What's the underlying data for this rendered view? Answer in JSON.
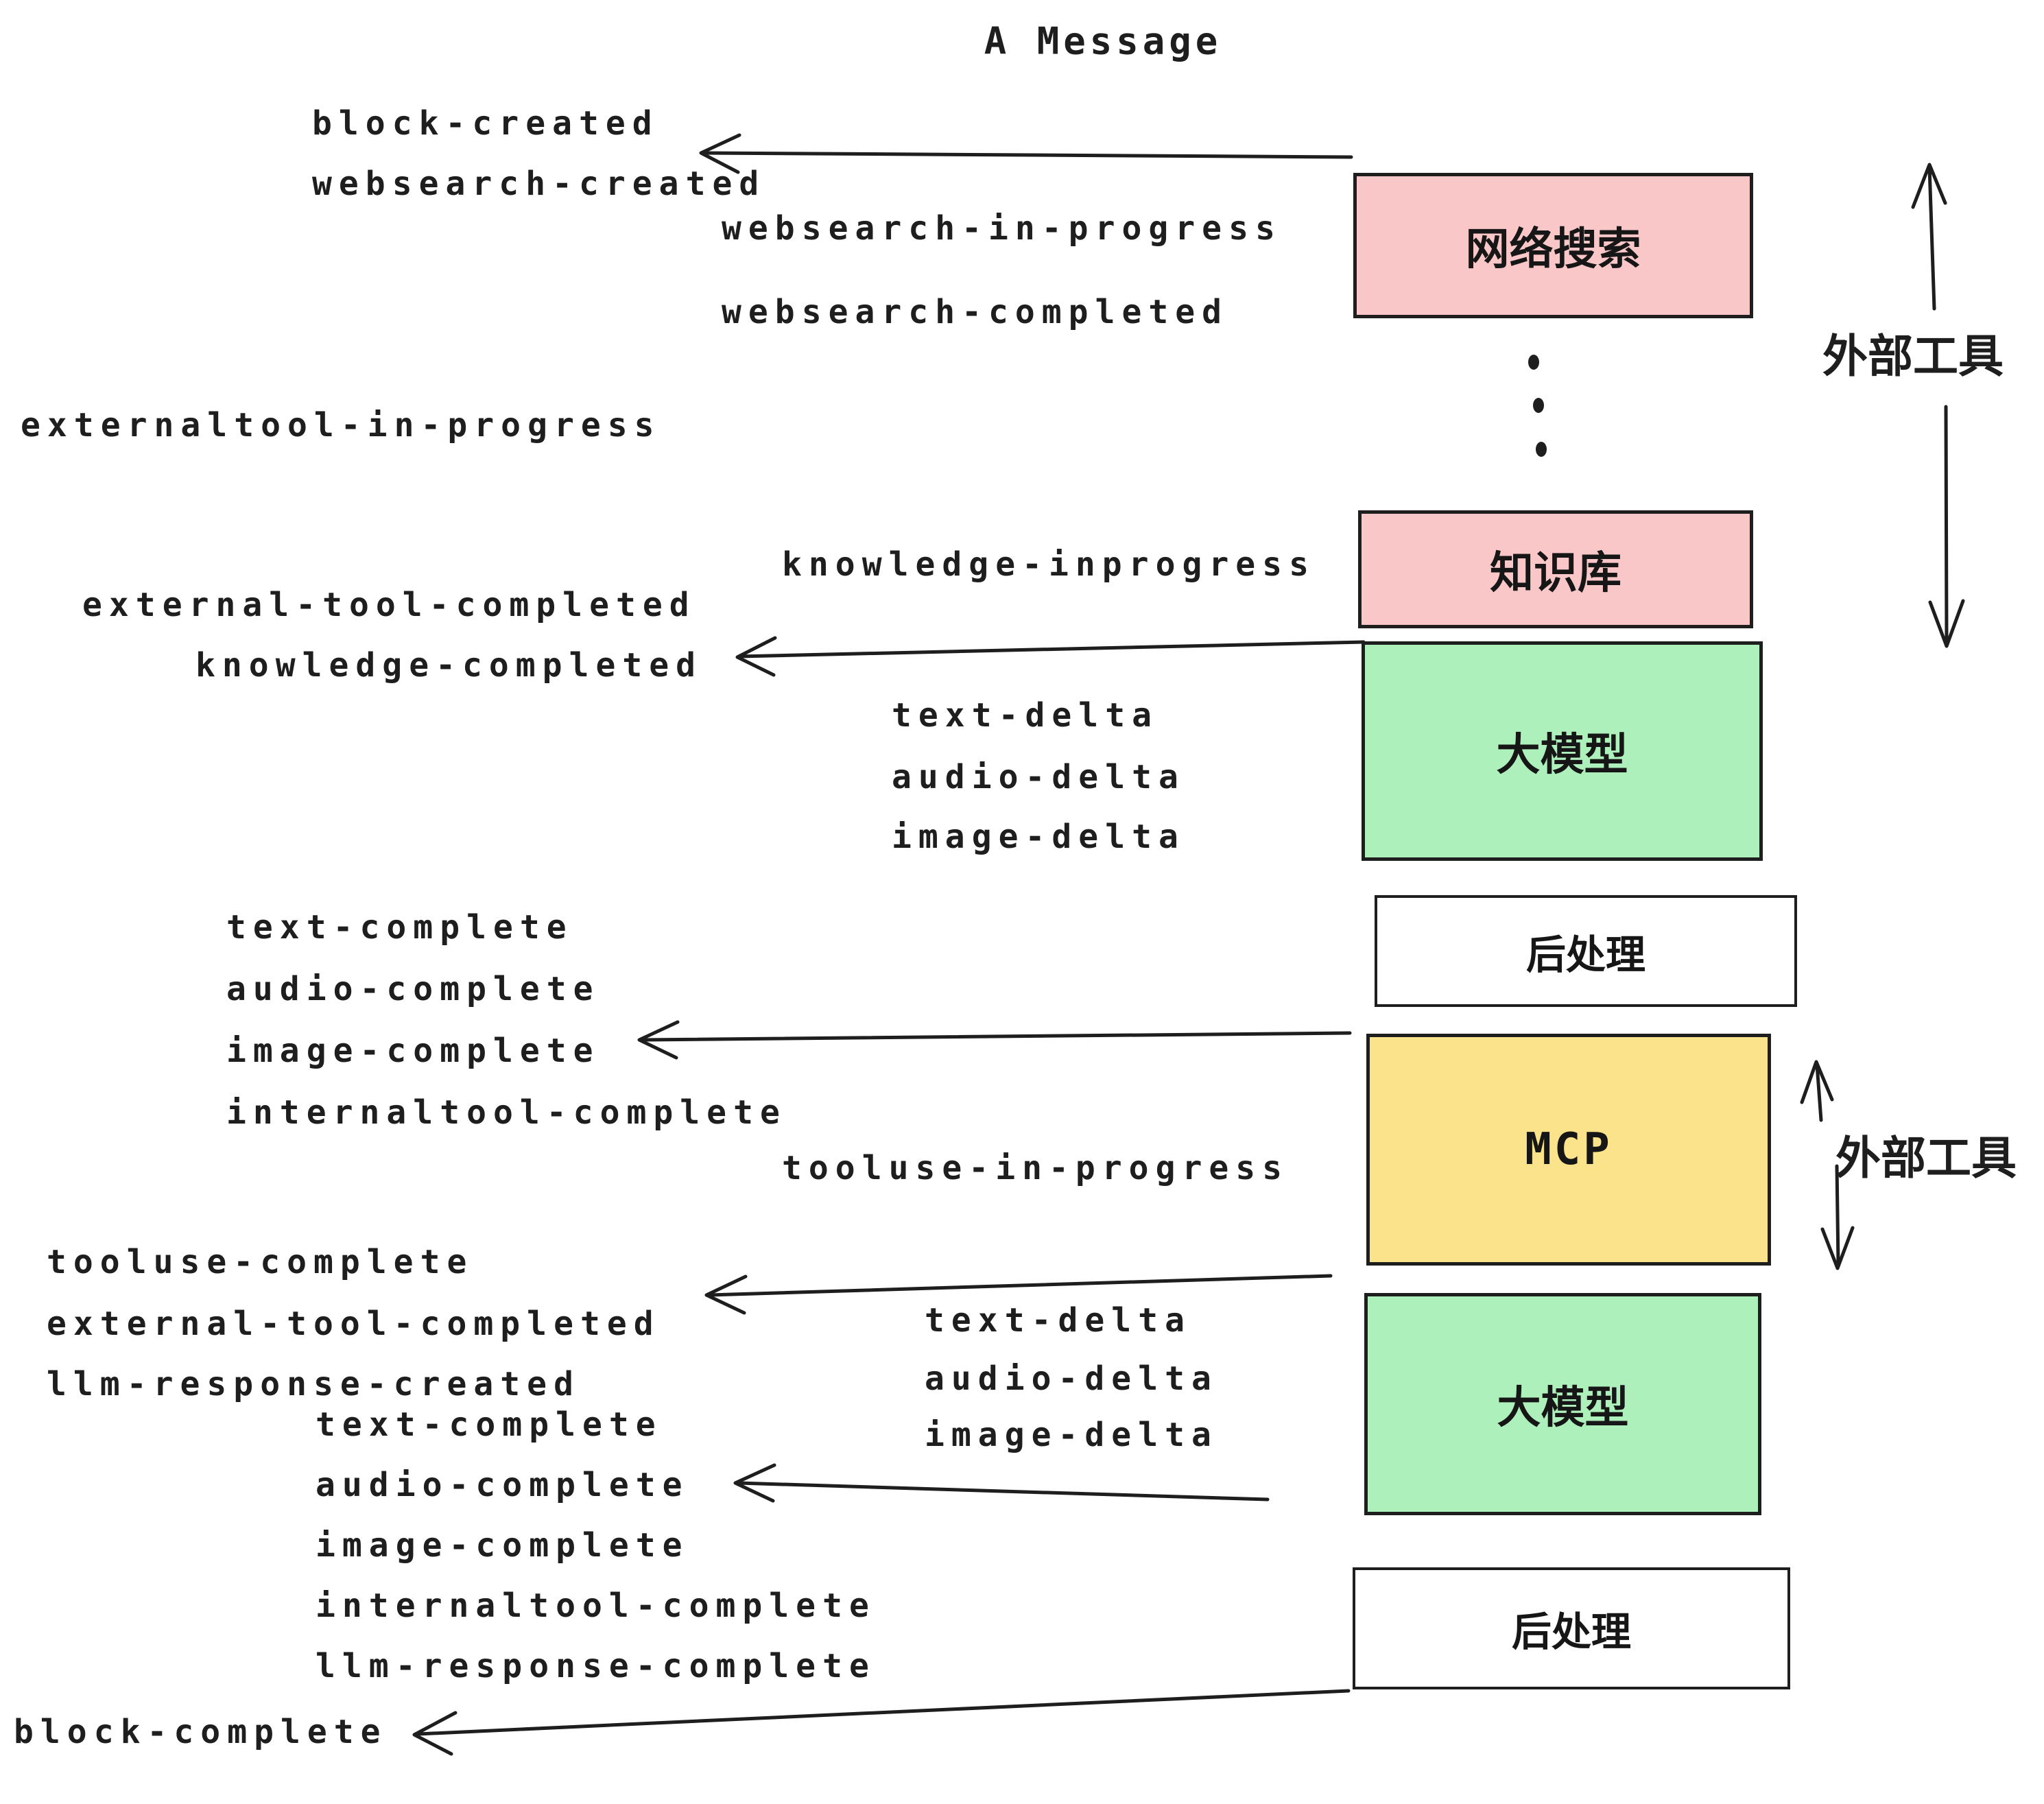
{
  "title": "A Message",
  "boxes": {
    "websearch": "网络搜索",
    "knowledge": "知识库",
    "llm1": "大模型",
    "post1": "后处理",
    "mcp": "MCP",
    "llm2": "大模型",
    "post2": "后处理"
  },
  "side_labels": {
    "external_tools_top": "外部工具",
    "external_tools_mid": "外部工具"
  },
  "events": {
    "block_created": "block-created",
    "websearch_created": "websearch-created",
    "websearch_in_progress": "websearch-in-progress",
    "websearch_completed": "websearch-completed",
    "externaltool_in_progress": "externaltool-in-progress",
    "knowledge_inprogress": "knowledge-inprogress",
    "external_tool_completed_1": "external-tool-completed",
    "knowledge_completed": "knowledge-completed",
    "text_delta_1": "text-delta",
    "audio_delta_1": "audio-delta",
    "image_delta_1": "image-delta",
    "text_complete_1": "text-complete",
    "audio_complete_1": "audio-complete",
    "image_complete_1": "image-complete",
    "internaltool_complete_1": "internaltool-complete",
    "tooluse_in_progress": "tooluse-in-progress",
    "tooluse_complete": "tooluse-complete",
    "external_tool_completed_2": "external-tool-completed",
    "llm_response_created": "llm-response-created",
    "text_complete_2": "text-complete",
    "audio_complete_2": "audio-complete",
    "image_complete_2": "image-complete",
    "internaltool_complete_2": "internaltool-complete",
    "llm_response_complete": "llm-response-complete",
    "block_complete": "block-complete"
  },
  "colors": {
    "pink": "#F9C7C8",
    "green": "#AEF0BC",
    "yellow": "#FAE38B",
    "white": "#FFFFFF",
    "stroke": "#1E1E1E"
  }
}
